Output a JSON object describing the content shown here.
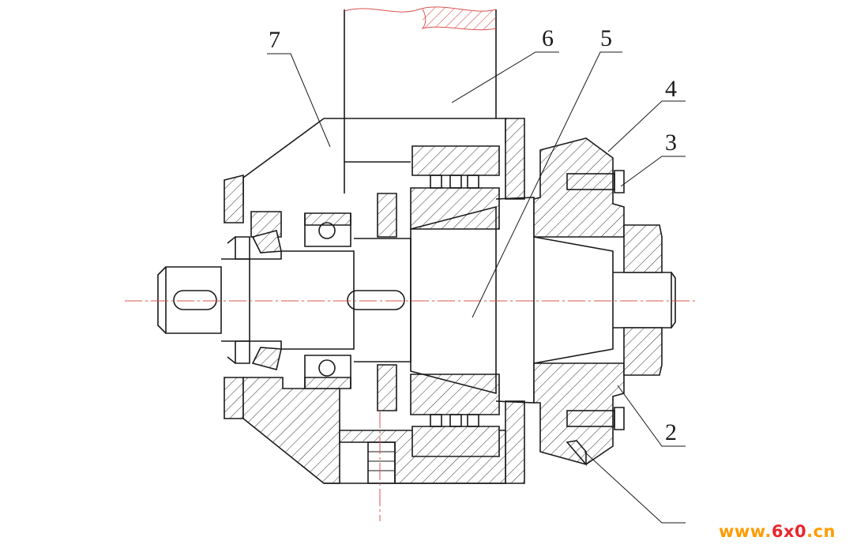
{
  "diagram": {
    "callouts": [
      {
        "id": "7",
        "text": "7"
      },
      {
        "id": "6",
        "text": "6"
      },
      {
        "id": "5",
        "text": "5"
      },
      {
        "id": "4",
        "text": "4"
      },
      {
        "id": "3",
        "text": "3"
      },
      {
        "id": "2",
        "text": "2"
      }
    ],
    "colors": {
      "line": "#1a1a1a",
      "centerline": "#d9534f",
      "hatch": "#1a1a1a"
    }
  },
  "watermark": {
    "prefix": "www.",
    "brand": "6x0",
    "suffix": ".cn",
    "colors": {
      "orange": "#ff9c00",
      "red": "#e8262d"
    }
  }
}
